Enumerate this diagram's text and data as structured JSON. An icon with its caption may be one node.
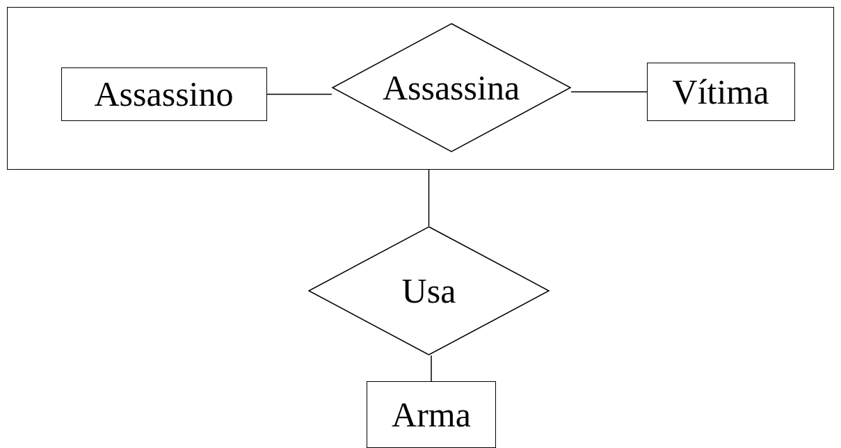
{
  "diagram": {
    "nodes": [
      {
        "text": [],
        "shape": "box"
      },
      {
        "text": [
          "Assassino"
        ],
        "in": 0
      },
      {
        "text": [
          "Assassina"
        ],
        "in": 0
      },
      {
        "text": [
          "Vítima"
        ],
        "in": 0
      },
      {
        "text": [
          "Usa"
        ]
      },
      {
        "text": [
          "Arma"
        ]
      }
    ],
    "edges": [
      {
        "from": 1,
        "to": 2,
        "arrow": "none"
      },
      {
        "from": 2,
        "to": 3,
        "arrow": "none"
      },
      {
        "from": 0,
        "to": 4,
        "arrow": "none"
      },
      {
        "from": 4,
        "to": 5,
        "arrow": "none"
      }
    ]
  }
}
